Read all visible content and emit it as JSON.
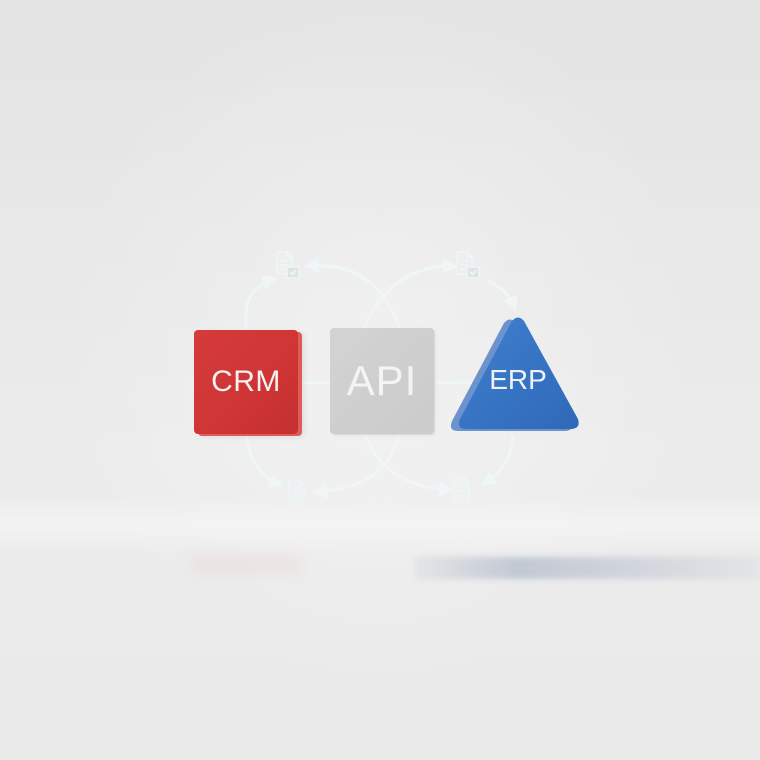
{
  "diagram": {
    "nodes": [
      {
        "id": "crm",
        "label": "CRM",
        "shape": "cube",
        "color": "#d13636"
      },
      {
        "id": "api",
        "label": "API",
        "shape": "cube",
        "color": "#cfcfcf"
      },
      {
        "id": "erp",
        "label": "ERP",
        "shape": "triangle",
        "color": "#3574c4"
      }
    ],
    "edges": [
      {
        "from": "crm",
        "to": "api",
        "type": "line"
      },
      {
        "from": "api",
        "to": "erp",
        "type": "line"
      }
    ],
    "document_icons": [
      {
        "position": "top-left",
        "icon": "document-check-icon"
      },
      {
        "position": "top-right",
        "icon": "document-check-icon"
      },
      {
        "position": "bottom-left",
        "icon": "document-icon"
      },
      {
        "position": "bottom-right",
        "icon": "document-icon"
      }
    ],
    "flow_arrows": [
      {
        "from": "crm",
        "to": "top-left-document"
      },
      {
        "from": "api",
        "to": "top-left-document"
      },
      {
        "from": "api",
        "to": "top-right-document"
      },
      {
        "from": "top-right-document",
        "to": "erp"
      },
      {
        "from": "crm",
        "to": "bottom-left-document"
      },
      {
        "from": "api",
        "to": "bottom-left-document"
      },
      {
        "from": "api",
        "to": "bottom-right-document"
      },
      {
        "from": "erp",
        "to": "bottom-right-document"
      }
    ],
    "colors": {
      "background": "#e8e8e8",
      "flow_line": "#eef6f7",
      "crm": "#d13636",
      "api": "#cfcfcf",
      "erp": "#3574c4"
    }
  }
}
